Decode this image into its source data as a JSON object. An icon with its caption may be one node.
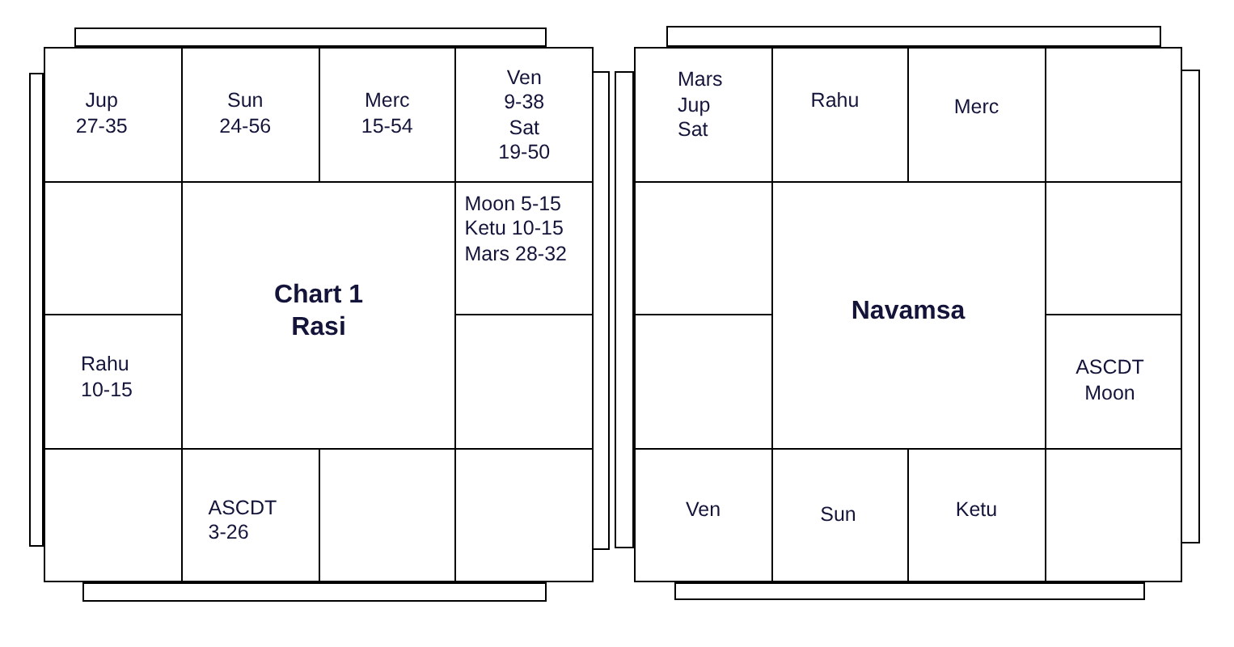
{
  "diagram": {
    "nodes": [
      {
        "text": [
          "Jup",
          "27-35"
        ]
      },
      {
        "text": [
          "Sun",
          "24-56"
        ]
      },
      {
        "text": [
          "Merc",
          "15-54"
        ]
      },
      {
        "text": [
          "Ven",
          "9-38",
          "Sat",
          "19-50"
        ]
      },
      {
        "text": [],
        "shape": "box"
      },
      {
        "text": [
          "Chart 1",
          "Rasi"
        ]
      },
      {
        "text": [
          "Moon 5-15",
          "Ketu 10-15",
          "Mars 28-32"
        ]
      },
      {
        "text": [
          "Rahu",
          "10-15"
        ]
      },
      {
        "text": [],
        "shape": "box"
      },
      {
        "text": [],
        "shape": "box"
      },
      {
        "text": [
          "ASCDT",
          "3-26"
        ]
      },
      {
        "text": [],
        "shape": "box"
      },
      {
        "text": [],
        "shape": "box"
      },
      {
        "text": [
          "Mars",
          "Jup",
          "Sat"
        ]
      },
      {
        "text": [
          "Rahu"
        ]
      },
      {
        "text": [
          "Merc"
        ]
      },
      {
        "text": [],
        "shape": "box"
      },
      {
        "text": [],
        "shape": "box"
      },
      {
        "text": [
          "Navamsa"
        ]
      },
      {
        "text": [],
        "shape": "box"
      },
      {
        "text": [],
        "shape": "box"
      },
      {
        "text": [
          "ASCDT",
          "Moon"
        ]
      },
      {
        "text": [
          "Ven"
        ]
      },
      {
        "text": [
          "Sun"
        ]
      },
      {
        "text": [
          "Ketu"
        ]
      },
      {
        "text": [],
        "shape": "box"
      }
    ]
  }
}
